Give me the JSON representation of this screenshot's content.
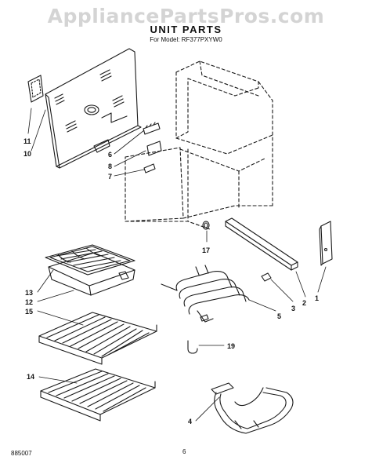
{
  "watermark": "AppliancePartsPros.com",
  "title": "UNIT PARTS",
  "model_line": "For Model: RF377PXYW0",
  "doc_id": "885007",
  "page_number": "6",
  "callouts": [
    "1",
    "2",
    "3",
    "4",
    "5",
    "6",
    "7",
    "8",
    "10",
    "11",
    "12",
    "13",
    "14",
    "15",
    "17",
    "19"
  ]
}
